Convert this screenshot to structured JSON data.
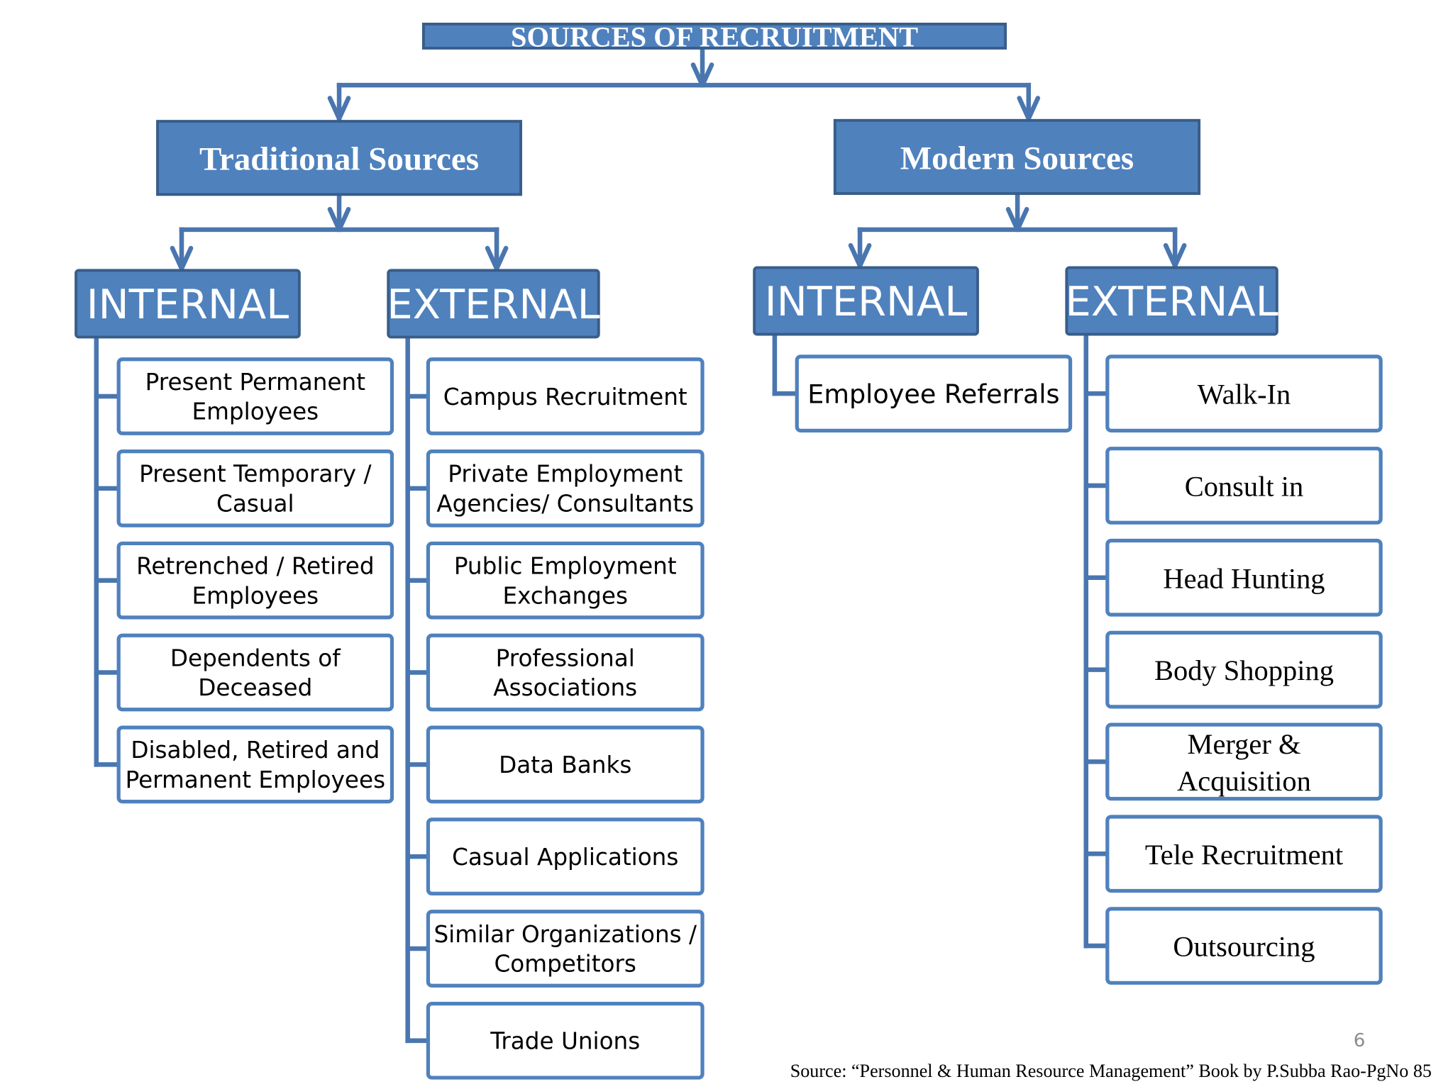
{
  "title": "SOURCES OF RECRUITMENT",
  "colors": {
    "box_fill": "#4f81bd",
    "box_border": "#385d8a",
    "connector": "#4a76b0",
    "item_border": "#4f81bd",
    "text_dark": "#000000",
    "page_number": "#8c8c8c"
  },
  "traditional": {
    "label": "Traditional Sources",
    "internal": {
      "label": "INTERNAL",
      "items": [
        [
          "Present Permanent",
          "Employees"
        ],
        [
          "Present Temporary /",
          "Casual"
        ],
        [
          "Retrenched /  Retired",
          "Employees"
        ],
        [
          "Dependents of",
          "Deceased"
        ],
        [
          "Disabled, Retired and",
          "Permanent Employees"
        ]
      ]
    },
    "external": {
      "label": "EXTERNAL",
      "items": [
        [
          "Campus Recruitment"
        ],
        [
          "Private Employment",
          "Agencies/ Consultants"
        ],
        [
          "Public Employment",
          "Exchanges"
        ],
        [
          "Professional",
          "Associations"
        ],
        [
          "Data Banks"
        ],
        [
          "Casual Applications"
        ],
        [
          "Similar Organizations /",
          "Competitors"
        ],
        [
          "Trade Unions"
        ]
      ]
    }
  },
  "modern": {
    "label": "Modern Sources",
    "internal": {
      "label": "INTERNAL",
      "items": [
        [
          "Employee Referrals"
        ]
      ]
    },
    "external": {
      "label": "EXTERNAL",
      "items": [
        [
          "Walk-In"
        ],
        [
          "Consult in"
        ],
        [
          "Head Hunting"
        ],
        [
          "Body Shopping"
        ],
        [
          "Merger &",
          "Acquisition"
        ],
        [
          "Tele Recruitment"
        ],
        [
          "Outsourcing"
        ]
      ]
    }
  },
  "page_number": "6",
  "source_note": "Source: “Personnel & Human Resource Management” Book by P.Subba Rao-PgNo 85"
}
